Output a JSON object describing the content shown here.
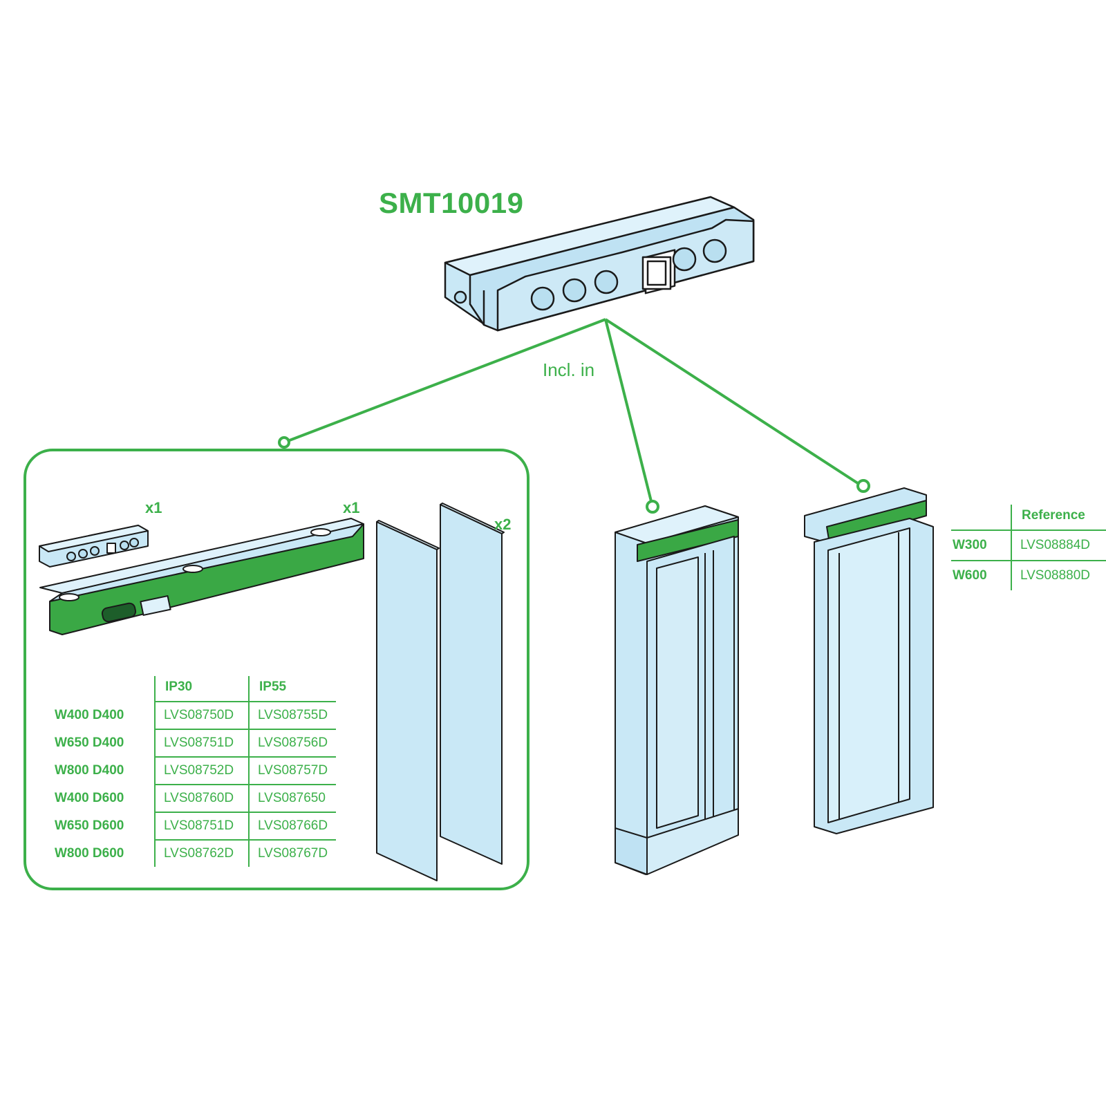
{
  "title": "SMT10019",
  "connector_label": "Incl. in",
  "kit": {
    "qty_small_part": "x1",
    "qty_bar": "x1",
    "qty_panels": "x2",
    "table": {
      "columns": [
        "IP30",
        "IP55"
      ],
      "rows": [
        {
          "label": "W400 D400",
          "ip30": "LVS08750D",
          "ip55": "LVS08755D"
        },
        {
          "label": "W650 D400",
          "ip30": "LVS08751D",
          "ip55": "LVS08756D"
        },
        {
          "label": "W800 D400",
          "ip30": "LVS08752D",
          "ip55": "LVS08757D"
        },
        {
          "label": "W400 D600",
          "ip30": "LVS08760D",
          "ip55": "LVS087650"
        },
        {
          "label": "W650 D600",
          "ip30": "LVS08751D",
          "ip55": "LVS08766D"
        },
        {
          "label": "W800 D600",
          "ip30": "LVS08762D",
          "ip55": "LVS08767D"
        }
      ]
    }
  },
  "reference_table": {
    "header": "Reference",
    "rows": [
      {
        "label": "W300",
        "reference": "LVS08884D"
      },
      {
        "label": "W600",
        "reference": "LVS08880D"
      }
    ]
  },
  "colors": {
    "accent_green": "#3cb04a",
    "part_fill": "#c9e8f6",
    "part_green": "#3aa845",
    "outline": "#1a1a1a"
  }
}
